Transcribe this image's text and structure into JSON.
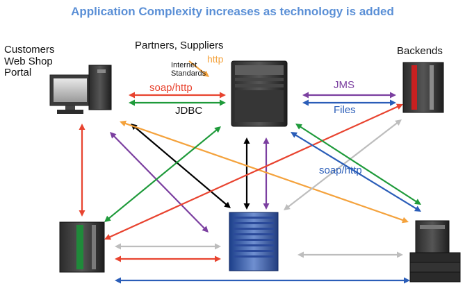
{
  "title": "Application Complexity increases as technology is added",
  "labels": {
    "customers": [
      "Customers",
      "Web Shop",
      "Portal"
    ],
    "partners": "Partners, Suppliers",
    "internet_standards": [
      "Internet",
      "Standards"
    ],
    "backends": "Backends",
    "http": "http",
    "soap_http_top": "soap/http",
    "jdbc": "JDBC",
    "jms": "JMS",
    "files": "Files",
    "soap_http_right": "soap/http"
  },
  "colors": {
    "title": "#5a8fd6",
    "red": "#e8432f",
    "green": "#1e9a3a",
    "purple": "#7b3fa0",
    "blue": "#2a5db8",
    "orange": "#f4a23c",
    "grey": "#bdbdbd",
    "black": "#000000"
  },
  "nodes": [
    {
      "id": "customers-pc",
      "kind": "desktop-pc"
    },
    {
      "id": "central-server",
      "kind": "tower-server"
    },
    {
      "id": "backend-mainframe",
      "kind": "mainframe"
    },
    {
      "id": "left-mainframe",
      "kind": "mainframe"
    },
    {
      "id": "blade-server",
      "kind": "blade-server"
    },
    {
      "id": "right-server",
      "kind": "server-stack"
    }
  ]
}
